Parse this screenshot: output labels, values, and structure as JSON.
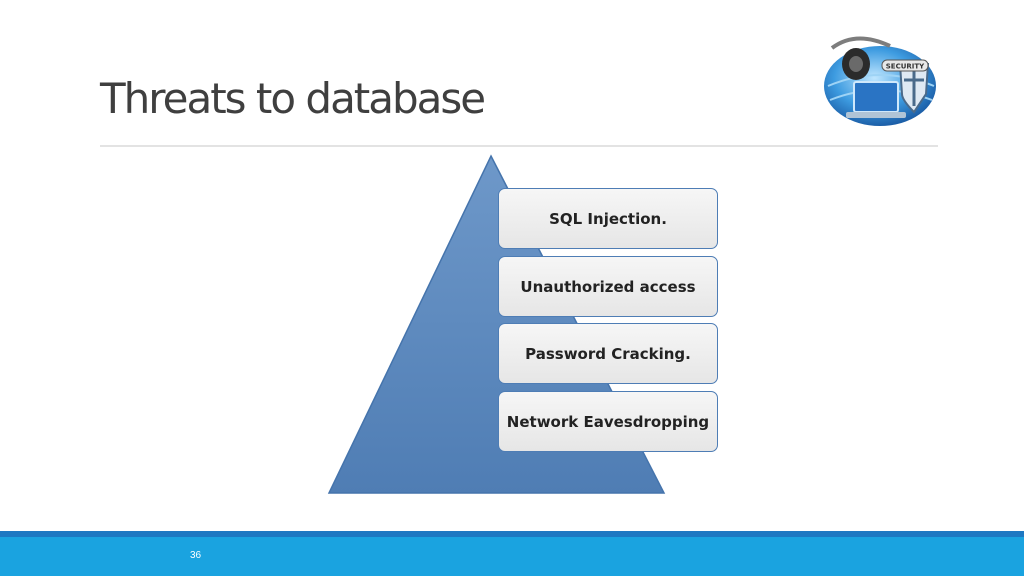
{
  "slide": {
    "title": "Threats to database",
    "page_number": "36"
  },
  "diagram": {
    "items": [
      {
        "label": "SQL Injection."
      },
      {
        "label": "Unauthorized access"
      },
      {
        "label": "Password Cracking."
      },
      {
        "label": "Network Eavesdropping"
      }
    ]
  },
  "logo": {
    "text": "SECURITY",
    "icon": "security-shield-globe-icon"
  },
  "colors": {
    "pyramid": "#5b87bb",
    "box_border": "#4e7db5",
    "footer": "#1aa3e0",
    "footer_line": "#1e78c2",
    "title": "#3f3f3f"
  }
}
